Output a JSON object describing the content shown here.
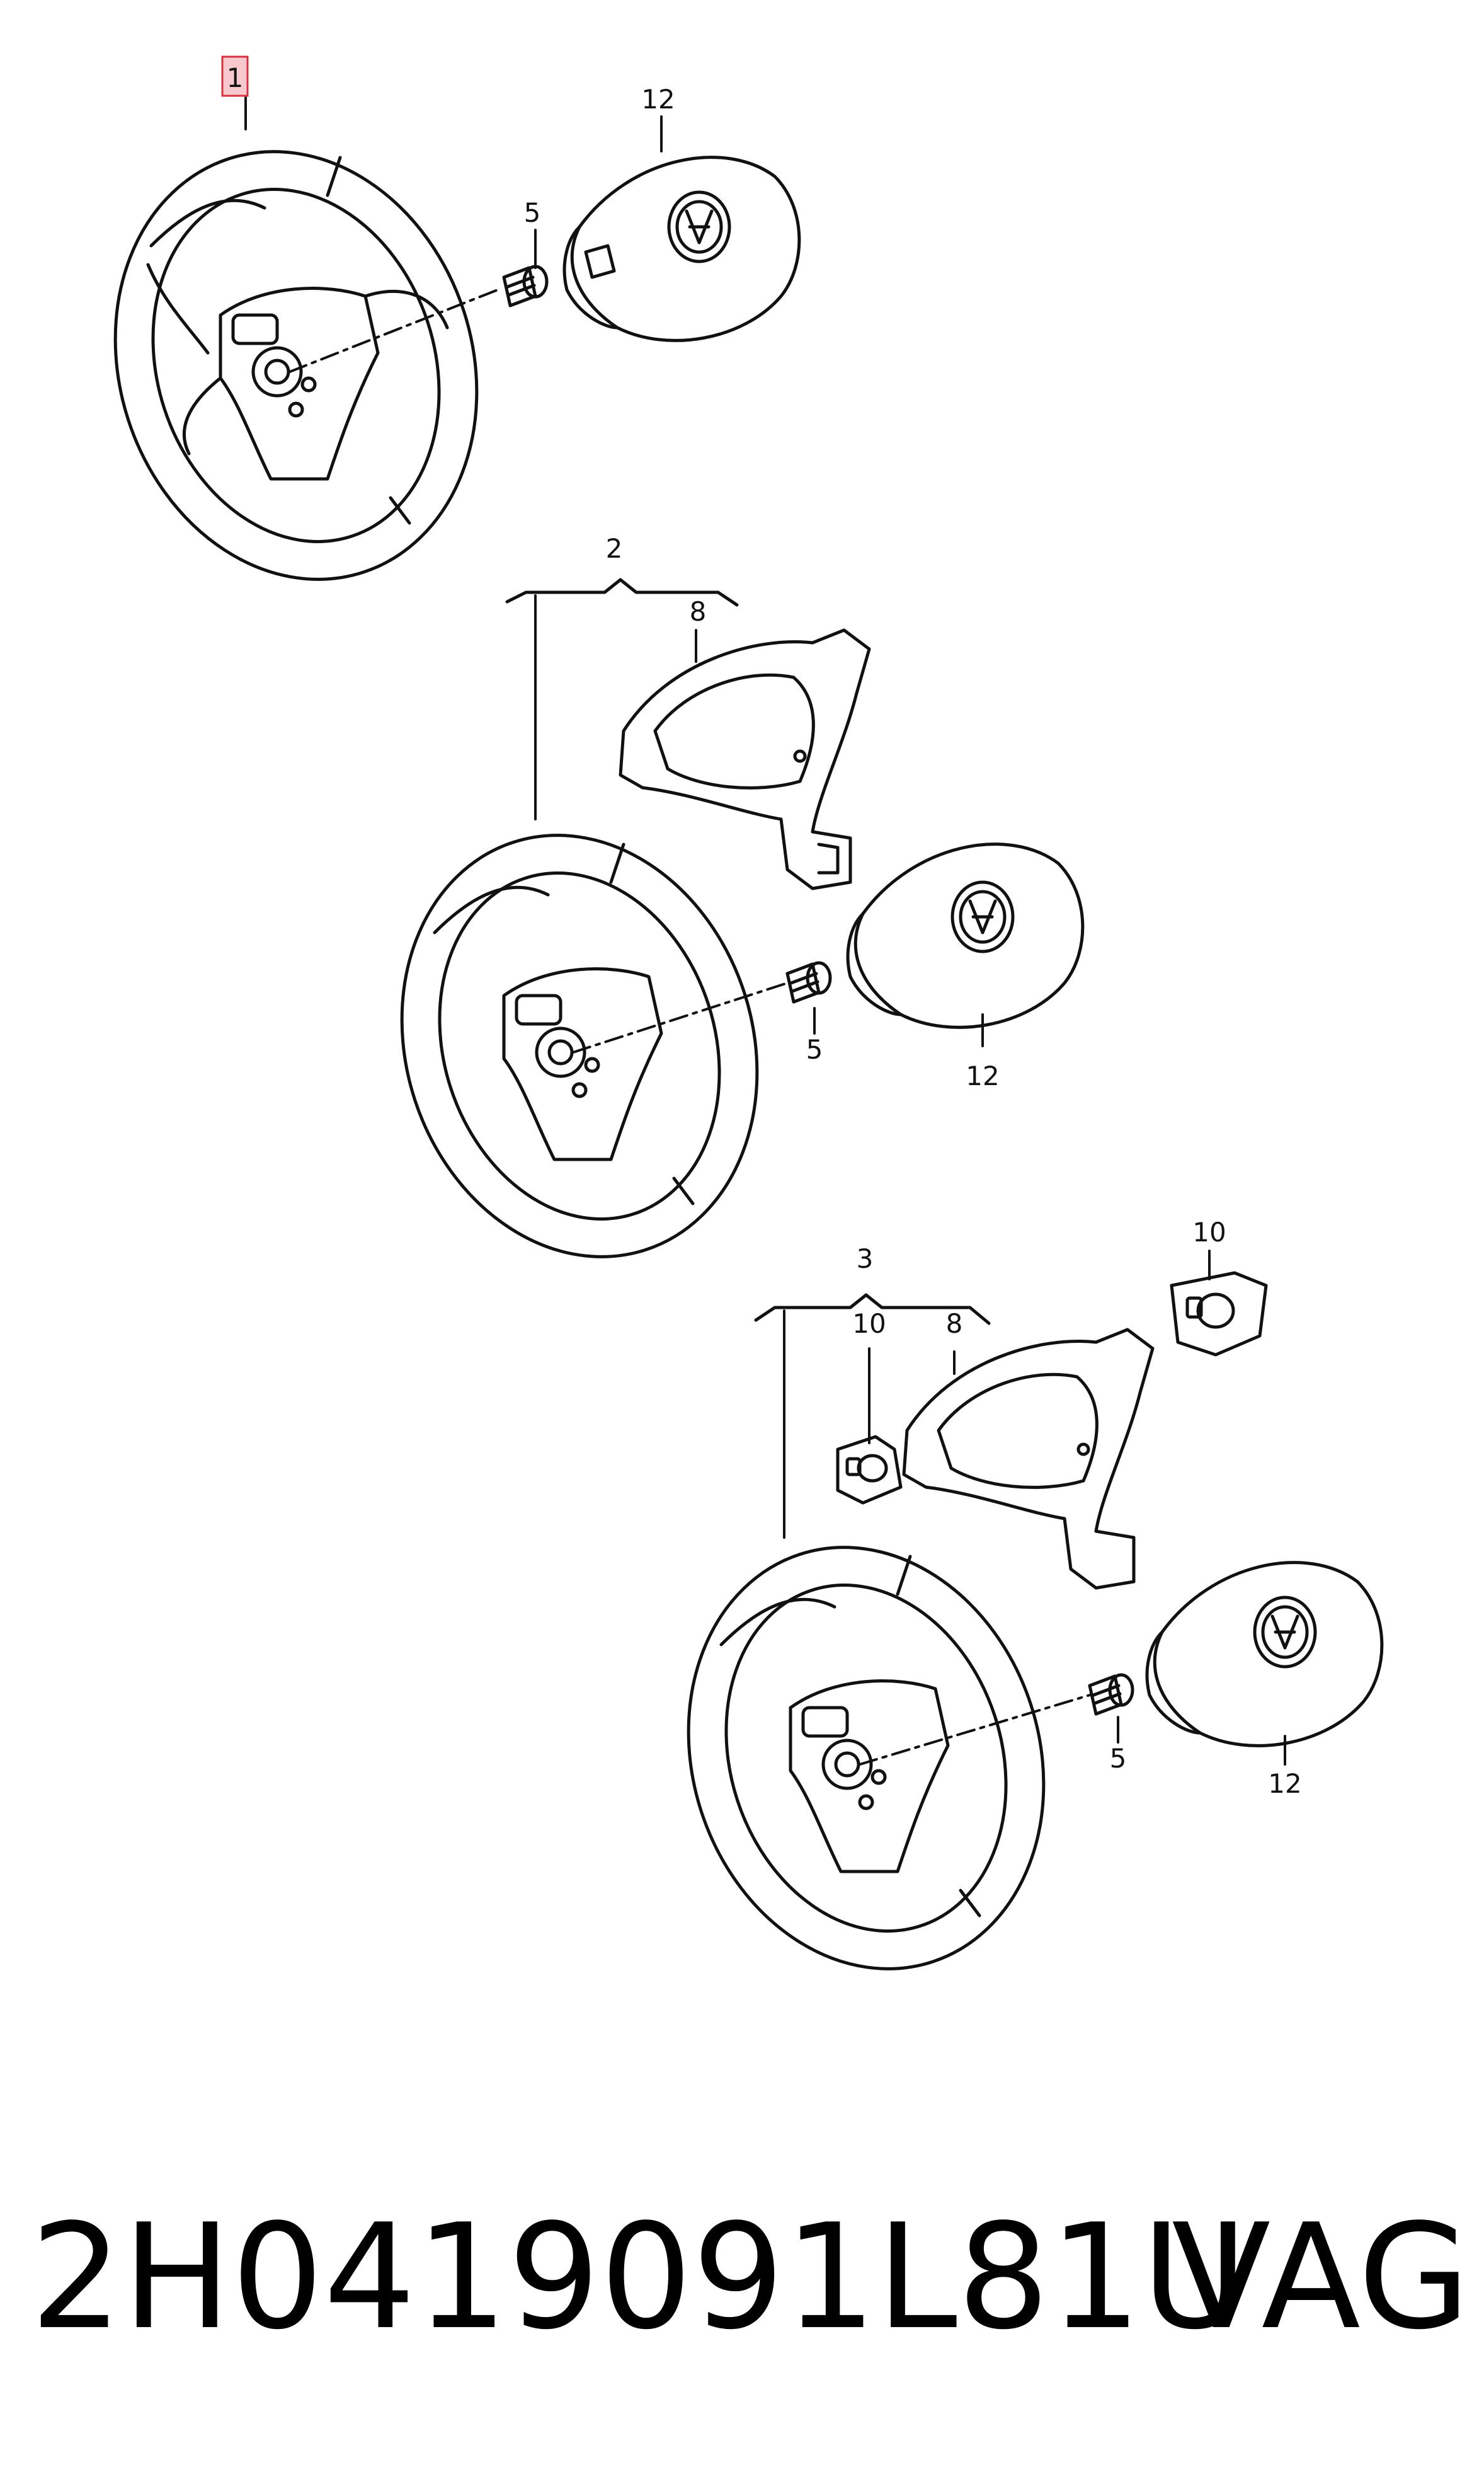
{
  "part_number": "2H0419091L81U",
  "brand": "VAG",
  "callouts": {
    "g1_wheel": "1",
    "g1_bolt": "5",
    "g1_airbag": "12",
    "g2_group": "2",
    "g2_trim": "8",
    "g2_bolt": "5",
    "g2_airbag": "12",
    "g3_group": "3",
    "g3_switch_left": "10",
    "g3_trim": "8",
    "g3_switch_right": "10",
    "g3_bolt": "5",
    "g3_airbag": "12"
  },
  "colors": {
    "highlight_box": "#f7c9cf",
    "highlight_border": "#d9303f",
    "line": "#111111"
  }
}
